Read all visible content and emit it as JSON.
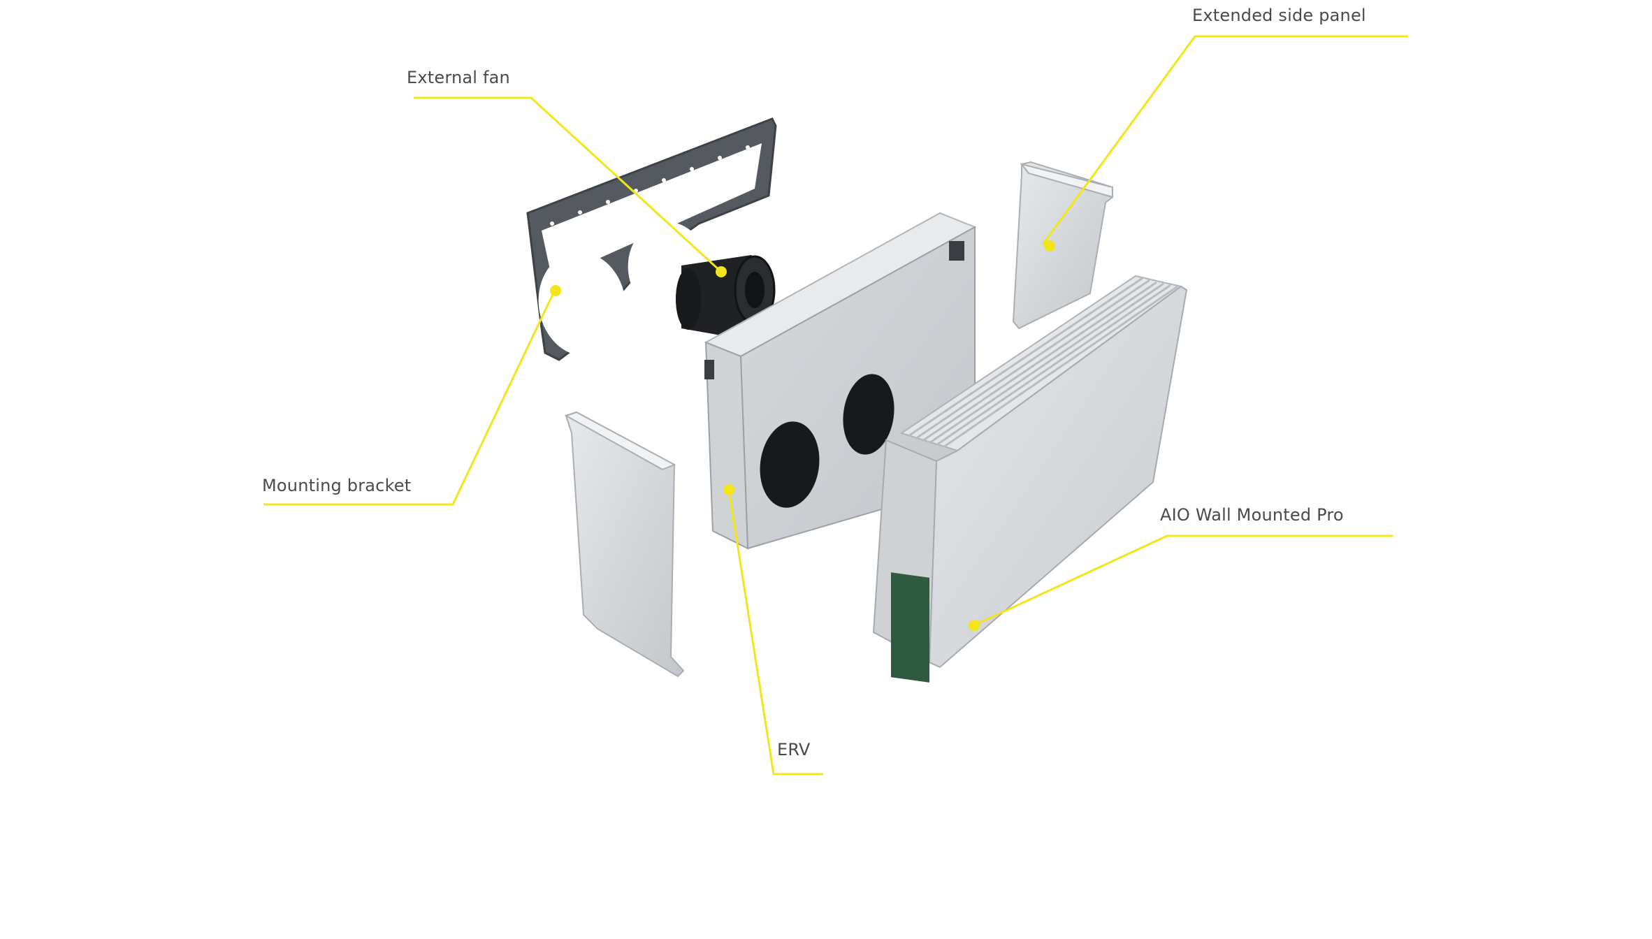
{
  "labels": {
    "extended_side_panel": "Extended side panel",
    "external_fan": "External fan",
    "mounting_bracket": "Mounting bracket",
    "aio_wall_mounted_pro": "AIO Wall Mounted Pro",
    "erv": "ERV"
  },
  "colors": {
    "callout_line": "#f2e51a",
    "label_text": "#4a4a4a",
    "panel_light": "#d9dcdf",
    "panel_mid": "#b9bec3",
    "panel_dark": "#8f959b",
    "bracket": "#4f5358",
    "fan": "#1f2124",
    "pcb": "#2f5a3f"
  }
}
